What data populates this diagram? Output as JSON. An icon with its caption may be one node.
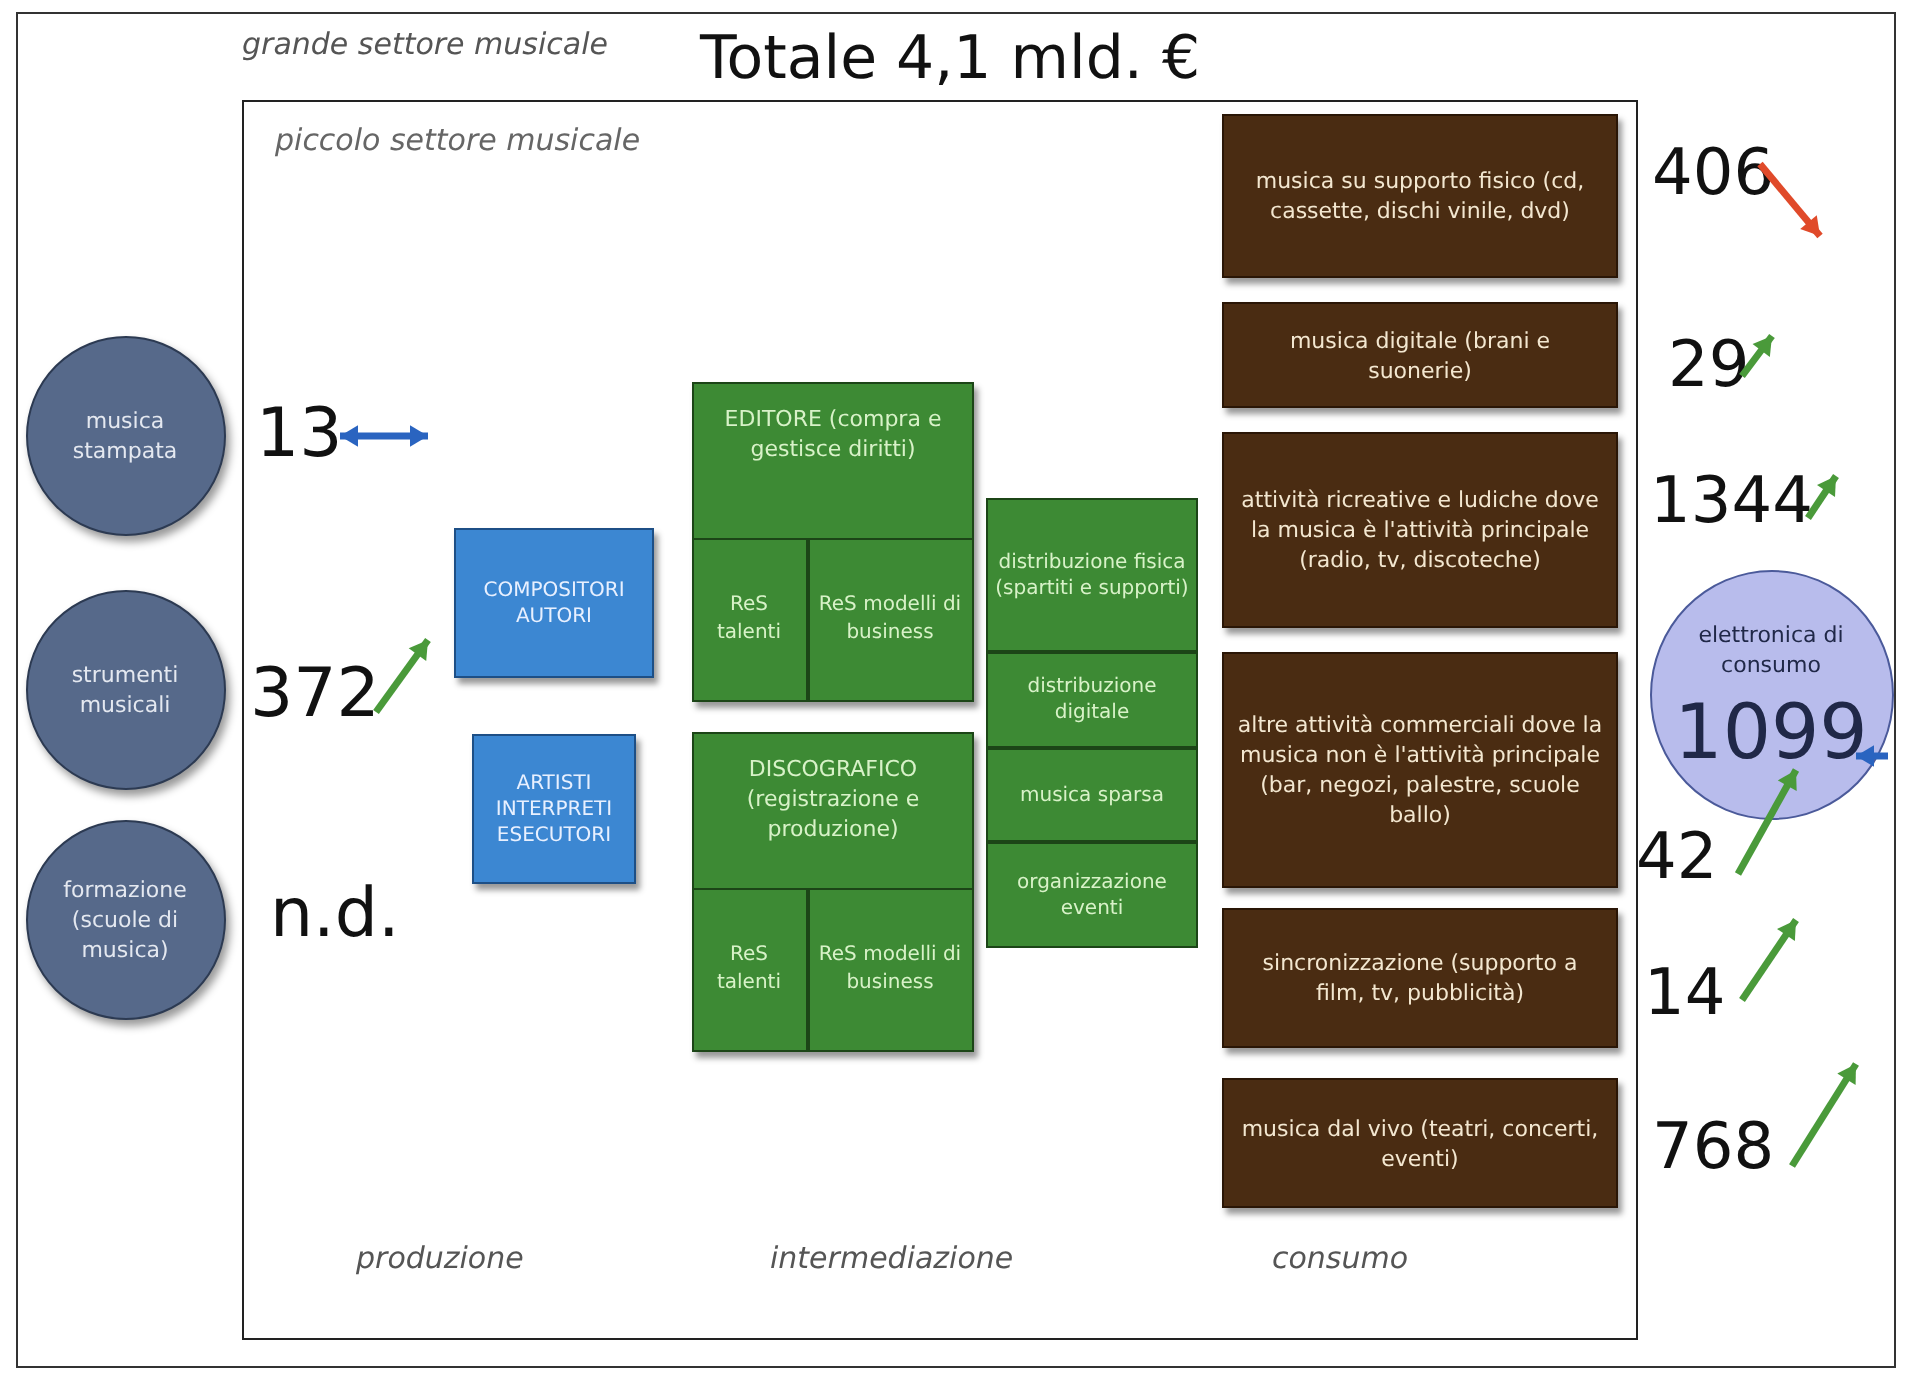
{
  "diagram": {
    "title": "Totale 4,1 mld. €",
    "nodes": [
      {
        "text": [
          "grande settore musicale"
        ]
      },
      {
        "text": [
          "piccolo settore musicale"
        ],
        "in": 0
      },
      {
        "text": [
          "musica stampata"
        ],
        "in": 0,
        "beside": [
          "13"
        ]
      },
      {
        "text": [
          "strumenti musicali"
        ],
        "in": 0,
        "beside": [
          "372"
        ]
      },
      {
        "text": [
          "formazione (scuole di musica)"
        ],
        "in": 0,
        "beside": [
          "n.d."
        ]
      },
      {
        "text": [
          "COMPOSITORI AUTORI"
        ],
        "in": 1
      },
      {
        "text": [
          "ARTISTI INTERPRETI ESECUTORI"
        ],
        "in": 1
      },
      {
        "text": [
          "EDITORE (compra e gestisce diritti)"
        ],
        "in": 1
      },
      {
        "text": [
          "ReS talenti"
        ],
        "in": 7
      },
      {
        "text": [
          "ReS modelli di business"
        ],
        "in": 7
      },
      {
        "text": [
          "DISCOGRAFICO (registrazione e produzione)"
        ],
        "in": 1
      },
      {
        "text": [
          "ReS talenti"
        ],
        "in": 10
      },
      {
        "text": [
          "ReS modelli di business"
        ],
        "in": 10
      },
      {
        "text": [
          "distribuzione fisica (spartiti e supporti)"
        ],
        "in": 1
      },
      {
        "text": [
          "distribuzione digitale"
        ],
        "in": 1
      },
      {
        "text": [
          "musica sparsa"
        ],
        "in": 1
      },
      {
        "text": [
          "organizzazione eventi"
        ],
        "in": 1
      },
      {
        "text": [
          "musica su supporto fisico (cd, cassette, dischi vinile, dvd)"
        ],
        "in": 1,
        "beside": [
          "406"
        ]
      },
      {
        "text": [
          "musica digitale (brani e suonerie)"
        ],
        "in": 1,
        "beside": [
          "29"
        ]
      },
      {
        "text": [
          "attività ricreative e ludiche dove la musica è l'attività principale (radio, tv, discoteche)"
        ],
        "in": 1,
        "beside": [
          "1344"
        ]
      },
      {
        "text": [
          "altre attività commerciali dove la musica non è l'attività principale (bar, negozi, palestre, scuole ballo)"
        ],
        "in": 1,
        "beside": [
          "42"
        ]
      },
      {
        "text": [
          "sincronizzazione (supporto a film, tv, pubblicità)"
        ],
        "in": 1,
        "beside": [
          "14"
        ]
      },
      {
        "text": [
          "musica dal vivo (teatri, concerti, eventi)"
        ],
        "in": 1,
        "beside": [
          "768"
        ]
      },
      {
        "text": [
          "elettronica di consumo",
          "1099"
        ],
        "in": 0
      }
    ],
    "edges": [],
    "labels": [
      "produzione",
      "intermediazione",
      "consumo"
    ]
  }
}
